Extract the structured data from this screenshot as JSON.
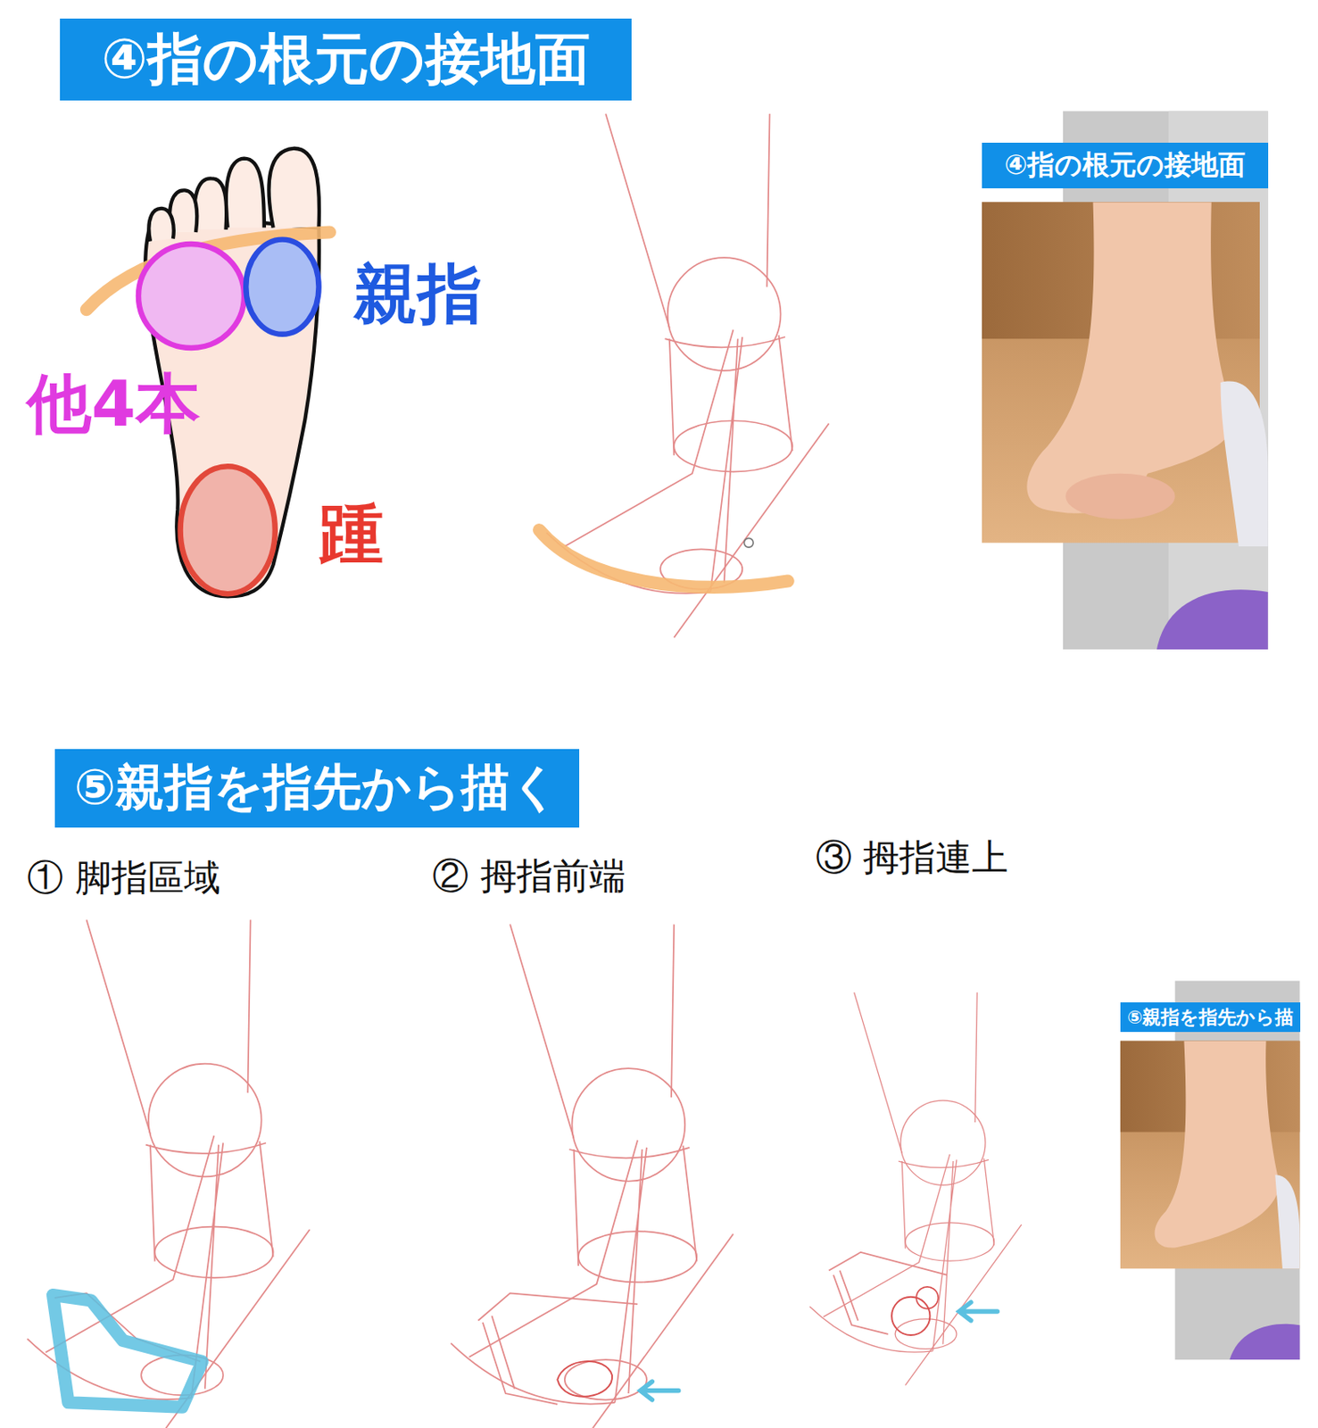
{
  "diagram": {
    "nodes": [
      {
        "text": [
          "④指の根元の接地面"
        ]
      },
      {
        "text": [
          "④指の根元の接地面"
        ]
      },
      {
        "text": [
          "⑤親指を指先から描く"
        ]
      },
      {
        "text": [
          "⑤親指を指先から描"
        ]
      }
    ],
    "labels": [
      "親指",
      "他4本",
      "踵",
      "① 脚指區域",
      "② 拇指前端",
      "③ 拇指連上"
    ]
  }
}
